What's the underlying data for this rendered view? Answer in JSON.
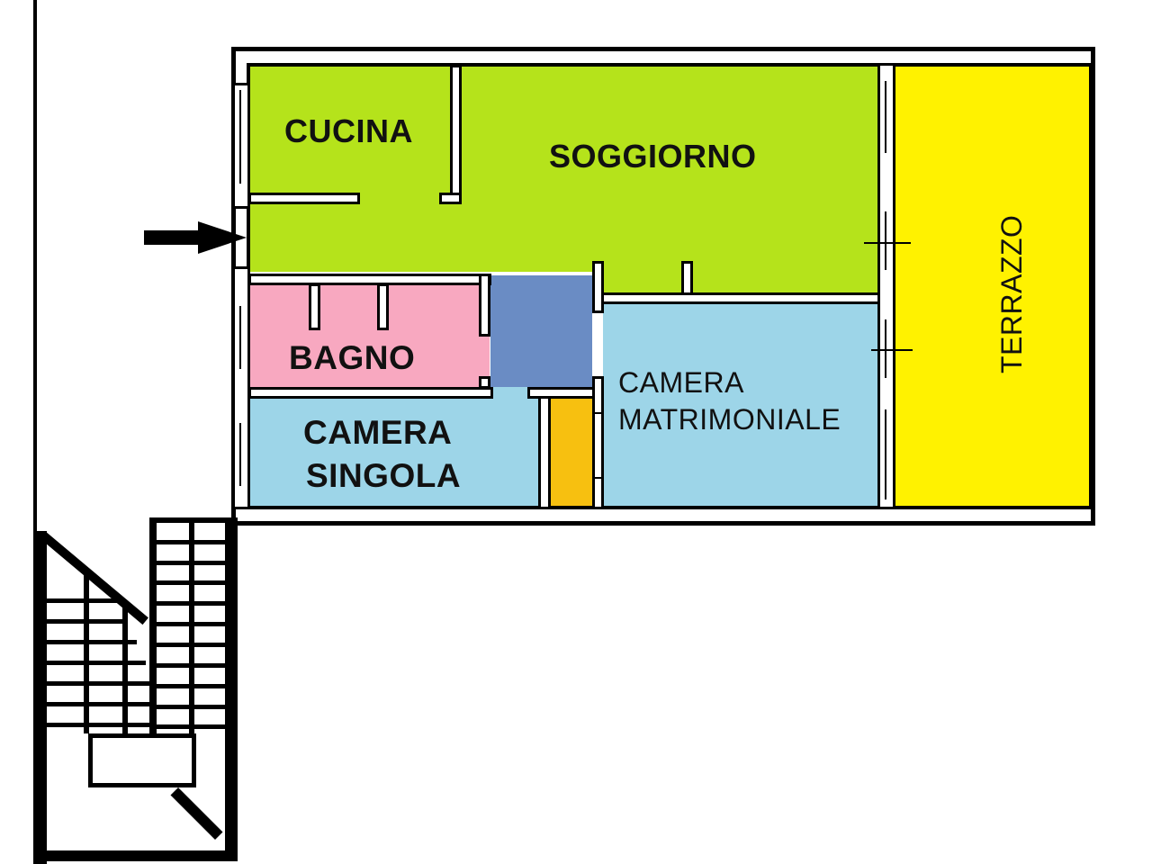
{
  "plan": {
    "entrance_arrow": "arrow-right-icon",
    "colors": {
      "cucina_soggiorno": "#b5e31b",
      "bagno": "#f8a8c0",
      "corridoio": "#6a8cc4",
      "camera": "#9dd5e8",
      "ripostiglio": "#f7c010",
      "terrazzo": "#fff200",
      "walls": "#000000"
    },
    "rooms": [
      {
        "id": "cucina",
        "label": "CUCINA"
      },
      {
        "id": "soggiorno",
        "label": "SOGGIORNO"
      },
      {
        "id": "bagno",
        "label": "BAGNO"
      },
      {
        "id": "camera_singola",
        "label_line1": "CAMERA",
        "label_line2": "SINGOLA"
      },
      {
        "id": "camera_matrimoniale",
        "label_line1": "CAMERA",
        "label_line2": "MATRIMONIALE"
      },
      {
        "id": "terrazzo",
        "label": "TERRAZZO"
      }
    ]
  }
}
